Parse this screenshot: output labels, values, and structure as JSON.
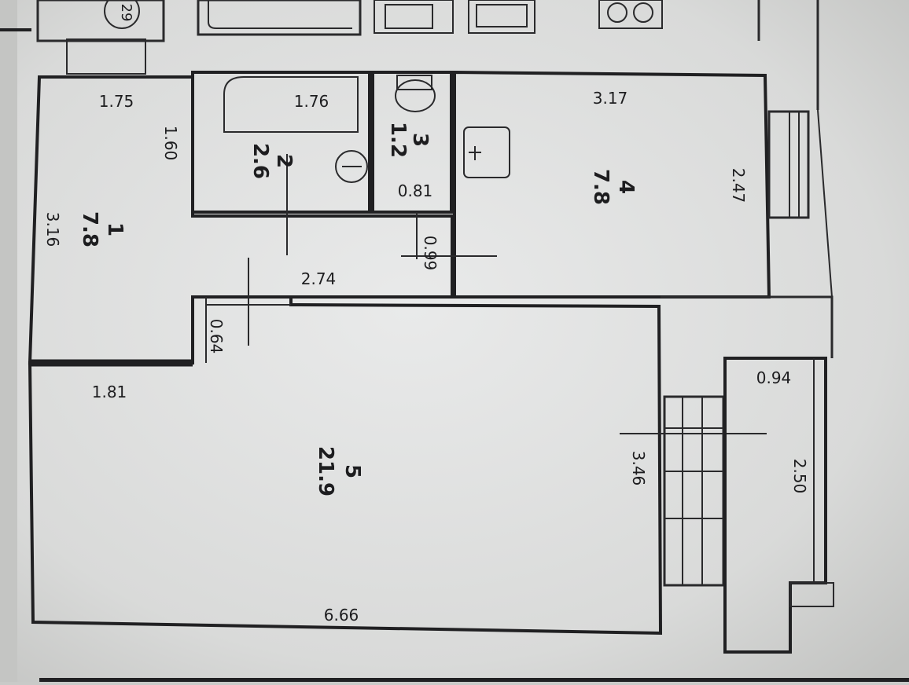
{
  "neighbor": {
    "partial_label": "29"
  },
  "rooms": {
    "room1": {
      "number": "1",
      "area": "7.8"
    },
    "room2": {
      "number": "2",
      "area": "2.6"
    },
    "room3": {
      "number": "3",
      "area": "1.2"
    },
    "room4": {
      "number": "4",
      "area": "7.8"
    },
    "room5": {
      "number": "5",
      "area": "21.9"
    }
  },
  "dimensions": {
    "d_1_75": "1.75",
    "d_1_76": "1.76",
    "d_3_17": "3.17",
    "d_1_60": "1.60",
    "d_3_16": "3.16",
    "d_2_47": "2.47",
    "d_0_81": "0.81",
    "d_0_99": "0.99",
    "d_2_74": "2.74",
    "d_0_64": "0.64",
    "d_1_81": "1.81",
    "d_0_94": "0.94",
    "d_3_46": "3.46",
    "d_2_50": "2.50",
    "d_6_66": "6.66"
  }
}
